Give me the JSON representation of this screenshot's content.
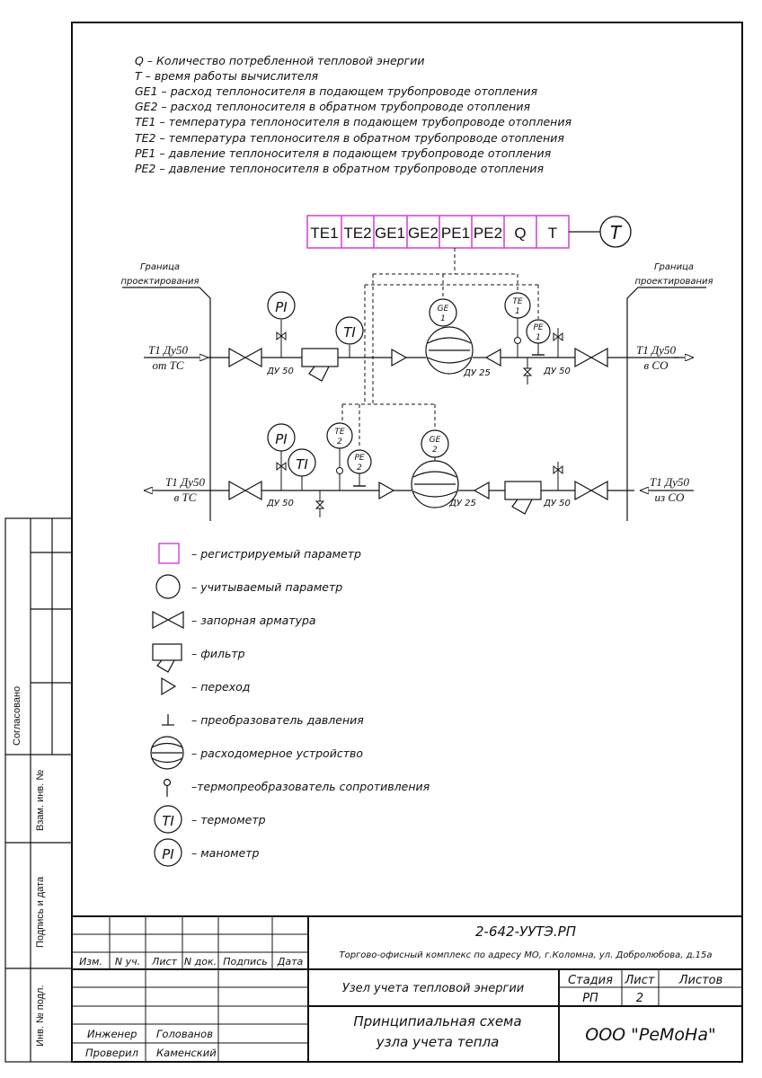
{
  "legend_top": [
    "Q – Количество потребленной тепловой энергии",
    "T – время работы вычислителя",
    "GE1 – расход теплоносителя в подающем трубопроводе отопления",
    "GE2 – расход теплоносителя в обратном трубопроводе отопления",
    "TE1 – температура теплоносителя в подающем трубопроводе отопления",
    "TE2 – температура теплоносителя в обратном трубопроводе отопления",
    "PE1 – давление теплоносителя в подающем трубопроводе отопления",
    "PE2 – давление теплоносителя в обратном трубопроводе отопления"
  ],
  "register_cells": [
    "TE1",
    "TE2",
    "GE1",
    "GE2",
    "PE1",
    "PE2",
    "Q",
    "T"
  ],
  "timer_label": "T",
  "border_label": [
    "Граница",
    "проектирования"
  ],
  "supply": {
    "in_label": [
      "T1 Ду50",
      "от ТС"
    ],
    "out_label": [
      "T1 Ду50",
      "в СО"
    ],
    "du50_a": "ДУ 50",
    "du25": "ДУ 25",
    "du50_b": "ДУ 50",
    "pi": "PI",
    "ti": "TI",
    "ge": [
      "GE",
      "1"
    ],
    "te": [
      "TE",
      "1"
    ],
    "pe": [
      "PE",
      "1"
    ]
  },
  "return": {
    "out_label": [
      "T1 Ду50",
      "в ТС"
    ],
    "in_label": [
      "T1 Ду50",
      "из СО"
    ],
    "du50_a": "ДУ 50",
    "du25": "ДУ 25",
    "du50_b": "ДУ 50",
    "pi": "PI",
    "ti": "TI",
    "ge": [
      "GE",
      "2"
    ],
    "te": [
      "TE",
      "2"
    ],
    "pe": [
      "PE",
      "2"
    ]
  },
  "legend_symbols": [
    {
      "icon": "register-box",
      "text": "– регистрируемый параметр"
    },
    {
      "icon": "circle",
      "text": "– учитываемый параметр"
    },
    {
      "icon": "shutoff-valve",
      "text": "– запорная арматура"
    },
    {
      "icon": "filter",
      "text": "– фильтр"
    },
    {
      "icon": "reducer",
      "text": "– переход"
    },
    {
      "icon": "pressure-transducer",
      "text": "– преобразователь давления"
    },
    {
      "icon": "flowmeter",
      "text": "– расходомерное устройство"
    },
    {
      "icon": "resistance-thermometer",
      "text": "–термопреобразователь сопротивления"
    },
    {
      "icon": "thermometer",
      "text": "– термометр",
      "glyph": "TI"
    },
    {
      "icon": "manometer",
      "text": "– манометр",
      "glyph": "PI"
    }
  ],
  "side_stamps": [
    "Согласовано",
    "Взам. инв. №",
    "Подпись и дата",
    "Инв. № подл."
  ],
  "title_block": {
    "doc_code": "2-642-УУТЭ.РП",
    "project": "Торгово-офисный комплекс по адресу МО, г.Коломна, ул. Добролюбова, д.15а",
    "headers": [
      "Изм.",
      "N уч.",
      "Лист",
      "N док.",
      "Подпись",
      "Дата"
    ],
    "object": "Узел учета тепловой энергии",
    "stage_h": "Стадия",
    "sheet_h": "Лист",
    "sheets_h": "Листов",
    "stage": "РП",
    "sheet": "2",
    "drawing_title": [
      "Принципиальная схема",
      "узла учета тепла"
    ],
    "company": "ООО \"РеМоНа\"",
    "role1": "Инженер",
    "name1": "Голованов",
    "role2": "Проверил",
    "name2": "Каменский"
  },
  "colors": {
    "register": "#d040d0",
    "line": "#111111"
  }
}
